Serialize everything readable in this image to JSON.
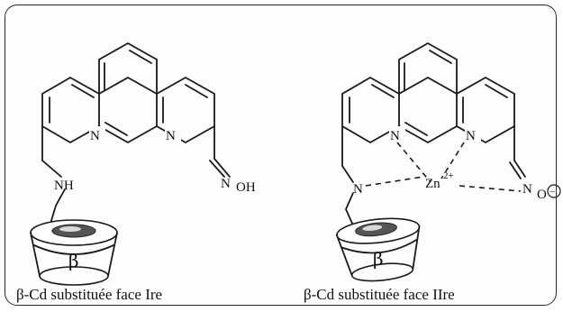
{
  "left": {
    "atoms": {
      "n1": "N",
      "n2": "N",
      "nh": "NH",
      "oxime_n": "N",
      "oxime_oh": "OH"
    },
    "cd_label": "β",
    "caption": "β-Cd substituée face Ire"
  },
  "right": {
    "atoms": {
      "n1": "N",
      "n2": "N",
      "amine_n": "N",
      "metal": "Zn",
      "charge": "2+",
      "oxime_n": "N",
      "oxime_o": "O",
      "minus": "−"
    },
    "cd_label": "β",
    "caption": "β-Cd substituée face IIre"
  }
}
